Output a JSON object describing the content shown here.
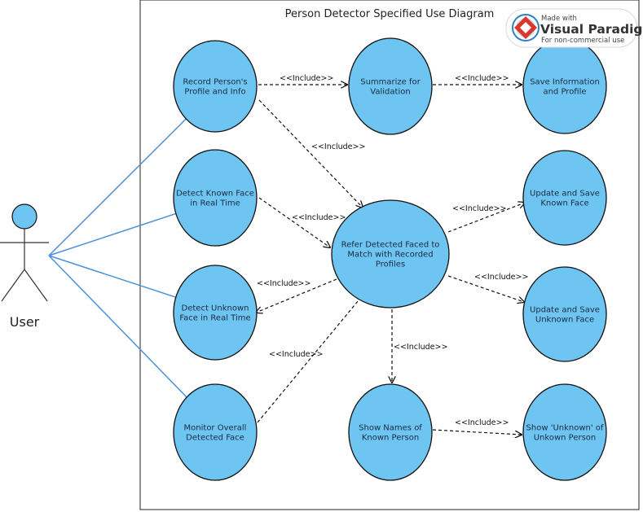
{
  "system": {
    "title": "Person Detector Specified Use Diagram"
  },
  "actor": {
    "name": "User"
  },
  "watermark": {
    "line1": "Made with",
    "line2": "Visual Paradigm",
    "line3": "For non-commercial use"
  },
  "use_cases": [
    {
      "id": "record",
      "lines": [
        "Record Person's",
        "Profile and Info"
      ]
    },
    {
      "id": "summarize",
      "lines": [
        "Summarize  for",
        "Validation"
      ]
    },
    {
      "id": "save",
      "lines": [
        "Save Information",
        "and Profile"
      ]
    },
    {
      "id": "detect-known",
      "lines": [
        "Detect Known Face",
        "in Real Time"
      ]
    },
    {
      "id": "refer",
      "lines": [
        "Refer Detected Faced to",
        "Match with Recorded",
        "Profiles"
      ]
    },
    {
      "id": "update-known",
      "lines": [
        "Update and Save",
        "Known Face"
      ]
    },
    {
      "id": "detect-unknown",
      "lines": [
        "Detect Unknown",
        "Face in Real Time"
      ]
    },
    {
      "id": "update-unknown",
      "lines": [
        "Update and Save",
        "Unknown Face"
      ]
    },
    {
      "id": "monitor",
      "lines": [
        "Monitor Overall",
        "Detected Face"
      ]
    },
    {
      "id": "show-names",
      "lines": [
        "Show Names of",
        "Known Person"
      ]
    },
    {
      "id": "show-unknown",
      "lines": [
        "Show 'Unknown' of",
        "Unkown Person"
      ]
    }
  ],
  "associations": [
    "record",
    "detect-known",
    "detect-unknown",
    "monitor"
  ],
  "includes": [
    {
      "from": "record",
      "to": "summarize",
      "label": "<<Include>>"
    },
    {
      "from": "summarize",
      "to": "save",
      "label": "<<Include>>"
    },
    {
      "from": "record",
      "to": "refer",
      "label": "<<Include>>"
    },
    {
      "from": "detect-known",
      "to": "refer",
      "label": "<<Include>>"
    },
    {
      "from": "refer",
      "to": "update-known",
      "label": "<<Include>>"
    },
    {
      "from": "refer",
      "to": "update-unknown",
      "label": "<<Include>>"
    },
    {
      "from": "refer",
      "to": "detect-unknown",
      "label": "<<Include>>"
    },
    {
      "from": "monitor",
      "to": "refer",
      "label": "<<Include>>"
    },
    {
      "from": "refer",
      "to": "show-names",
      "label": "<<Include>>"
    },
    {
      "from": "show-names",
      "to": "show-unknown",
      "label": "<<Include>>"
    }
  ],
  "colors": {
    "use_case_fill": "#6ec5f2",
    "use_case_stroke": "#111111",
    "association": "#4a90d9",
    "actor_fill": "#6ec5f2",
    "logo_red": "#d9372b",
    "logo_blue": "#2f7fc1"
  }
}
